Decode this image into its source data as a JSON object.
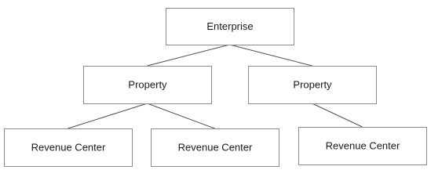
{
  "diagram": {
    "nodes": [
      {
        "id": "enterprise",
        "label": "Enterprise"
      },
      {
        "id": "property-1",
        "label": "Property"
      },
      {
        "id": "property-2",
        "label": "Property"
      },
      {
        "id": "revenue-center-1",
        "label": "Revenue Center"
      },
      {
        "id": "revenue-center-2",
        "label": "Revenue Center"
      },
      {
        "id": "revenue-center-3",
        "label": "Revenue Center"
      }
    ],
    "edges": [
      {
        "from": "enterprise",
        "to": "property-1"
      },
      {
        "from": "enterprise",
        "to": "property-2"
      },
      {
        "from": "property-1",
        "to": "revenue-center-1"
      },
      {
        "from": "property-1",
        "to": "revenue-center-2"
      },
      {
        "from": "property-2",
        "to": "revenue-center-3"
      }
    ]
  }
}
